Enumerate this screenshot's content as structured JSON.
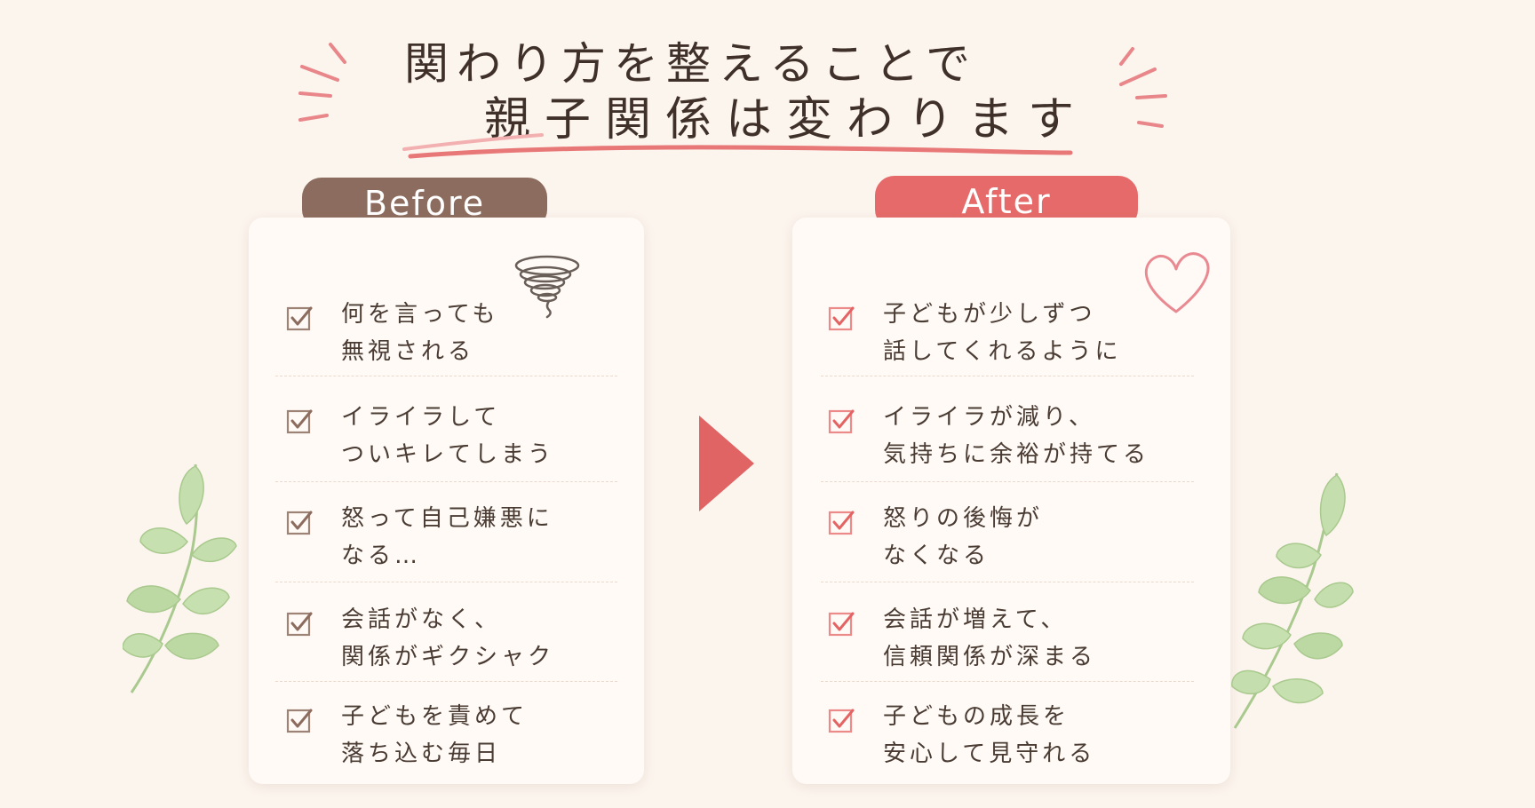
{
  "title": {
    "line1": "関わり方を整えることで",
    "line2": "親子関係は変わります"
  },
  "before": {
    "label": "Before",
    "items": [
      {
        "line1": "何を言っても",
        "line2": "無視される"
      },
      {
        "line1": "イライラして",
        "line2": "ついキレてしまう"
      },
      {
        "line1": "怒って自己嫌悪に",
        "line2": "なる…"
      },
      {
        "line1": "会話がなく、",
        "line2": "関係がギクシャク"
      },
      {
        "line1": "子どもを責めて",
        "line2": "落ち込む毎日"
      }
    ]
  },
  "after": {
    "label": "After",
    "items": [
      {
        "line1": "子どもが少しずつ",
        "line2": "話してくれるように"
      },
      {
        "line1": "イライラが減り、",
        "line2": "気持ちに余裕が持てる"
      },
      {
        "line1": "怒りの後悔が",
        "line2": "なくなる"
      },
      {
        "line1": "会話が増えて、",
        "line2": "信頼関係が深まる"
      },
      {
        "line1": "子どもの成長を",
        "line2": "安心して見守れる"
      }
    ]
  },
  "colors": {
    "background": "#fcf5ee",
    "before_accent": "#8c6c5e",
    "after_accent": "#e66a6a",
    "leaf": "#b9d8a4"
  },
  "icons": {
    "before_decoration": "swirl-icon",
    "after_decoration": "heart-icon",
    "arrow": "arrow-right-icon",
    "check": "checkbox-icon",
    "leaves": "leaf-branch-icon"
  }
}
